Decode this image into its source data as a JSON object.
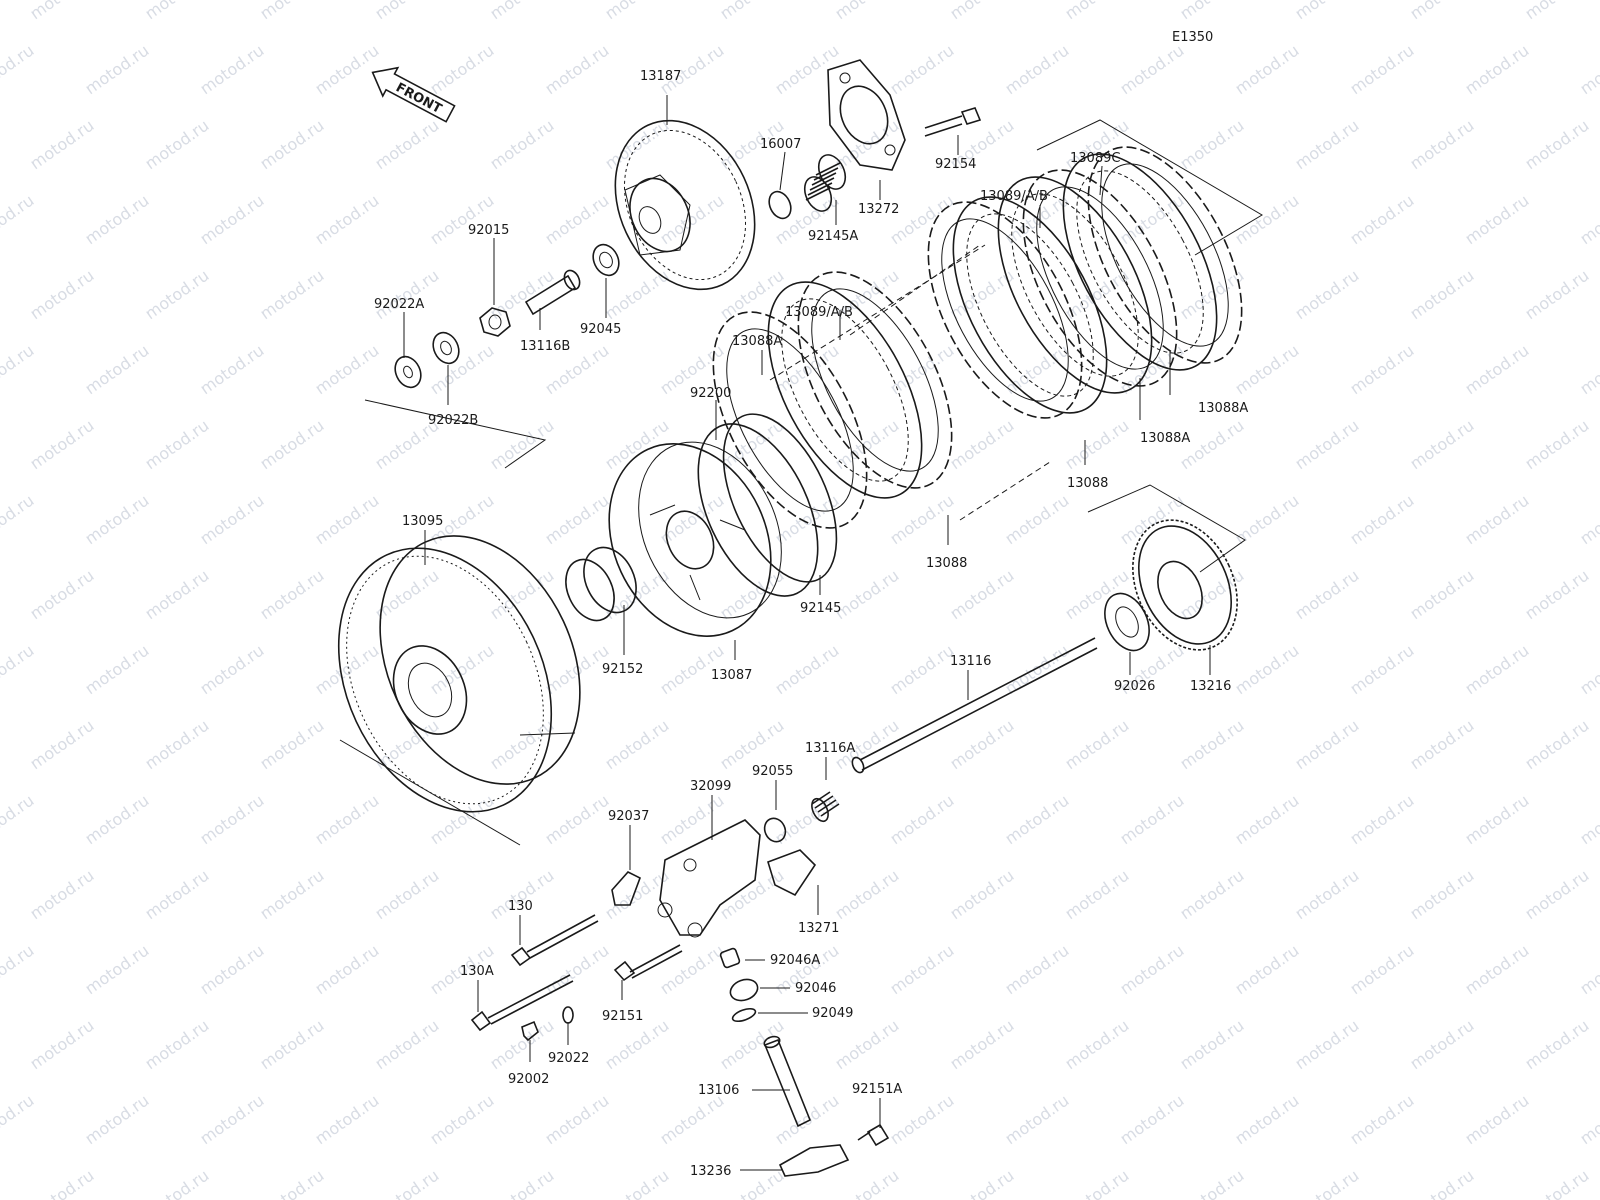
{
  "figure_code": "E1350",
  "front_label": "FRONT",
  "watermark": "motod.ru",
  "part_labels": [
    {
      "id": "13187",
      "text": "13187"
    },
    {
      "id": "16007",
      "text": "16007"
    },
    {
      "id": "92154",
      "text": "92154"
    },
    {
      "id": "13272",
      "text": "13272"
    },
    {
      "id": "92145A",
      "text": "92145A"
    },
    {
      "id": "13089C",
      "text": "13089C"
    },
    {
      "id": "13089AB-1",
      "text": "13089/A/B"
    },
    {
      "id": "13089AB-2",
      "text": "13089/A/B"
    },
    {
      "id": "92015",
      "text": "92015"
    },
    {
      "id": "92022A",
      "text": "92022A"
    },
    {
      "id": "92045",
      "text": "92045"
    },
    {
      "id": "13116B",
      "text": "13116B"
    },
    {
      "id": "92022B",
      "text": "92022B"
    },
    {
      "id": "13088A-1",
      "text": "13088A"
    },
    {
      "id": "13088A-2",
      "text": "13088A"
    },
    {
      "id": "13088A-3",
      "text": "13088A"
    },
    {
      "id": "92200",
      "text": "92200"
    },
    {
      "id": "13088-1",
      "text": "13088"
    },
    {
      "id": "13088-2",
      "text": "13088"
    },
    {
      "id": "13095",
      "text": "13095"
    },
    {
      "id": "92145",
      "text": "92145"
    },
    {
      "id": "92152",
      "text": "92152"
    },
    {
      "id": "13087",
      "text": "13087"
    },
    {
      "id": "13116",
      "text": "13116"
    },
    {
      "id": "92026",
      "text": "92026"
    },
    {
      "id": "13216",
      "text": "13216"
    },
    {
      "id": "13116A",
      "text": "13116A"
    },
    {
      "id": "92055",
      "text": "92055"
    },
    {
      "id": "32099",
      "text": "32099"
    },
    {
      "id": "92037",
      "text": "92037"
    },
    {
      "id": "13271",
      "text": "13271"
    },
    {
      "id": "130",
      "text": "130"
    },
    {
      "id": "130A",
      "text": "130A"
    },
    {
      "id": "92046A",
      "text": "92046A"
    },
    {
      "id": "92046",
      "text": "92046"
    },
    {
      "id": "92049",
      "text": "92049"
    },
    {
      "id": "92151",
      "text": "92151"
    },
    {
      "id": "92022",
      "text": "92022"
    },
    {
      "id": "92002",
      "text": "92002"
    },
    {
      "id": "13106",
      "text": "13106"
    },
    {
      "id": "92151A",
      "text": "92151A"
    },
    {
      "id": "13236",
      "text": "13236"
    }
  ]
}
